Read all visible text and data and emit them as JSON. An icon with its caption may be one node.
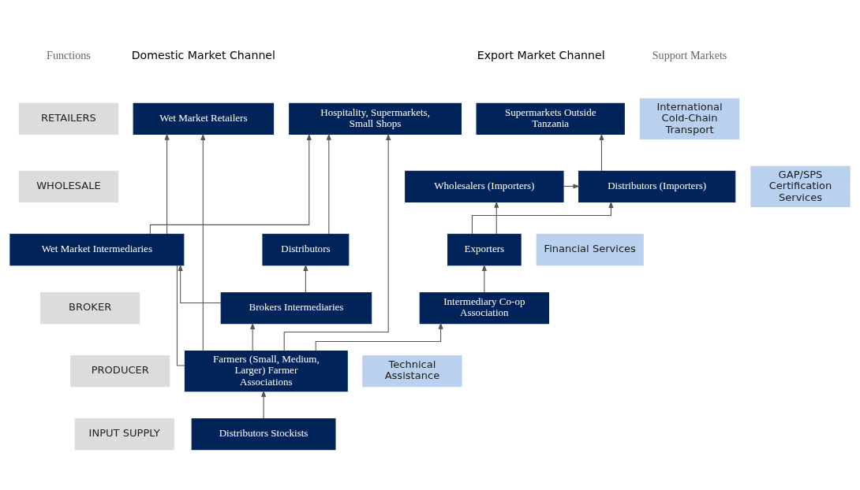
{
  "diagram": {
    "nodes": [
      {
        "text": [
          "RETAILERS"
        ]
      },
      {
        "text": [
          "Wet Market Retailers"
        ]
      },
      {
        "text": [
          "Hospitality, Supermarkets, Small Shops"
        ]
      },
      {
        "text": [
          "Supermarkets Outside Tanzania"
        ]
      },
      {
        "text": [
          "International Cold-Chain Transport"
        ]
      },
      {
        "text": [
          "WHOLESALE"
        ]
      },
      {
        "text": [
          "Wholesalers (Importers)"
        ]
      },
      {
        "text": [
          "Distributors (Importers)"
        ]
      },
      {
        "text": [
          "GAP/SPS Certification Services"
        ]
      },
      {
        "text": [
          "Wet Market Intermediaries"
        ]
      },
      {
        "text": [
          "Distributors"
        ]
      },
      {
        "text": [
          "Exporters"
        ]
      },
      {
        "text": [
          "Financial Services"
        ]
      },
      {
        "text": [
          "BROKER"
        ]
      },
      {
        "text": [
          "Brokers Intermediaries"
        ]
      },
      {
        "text": [
          "Intermediary Co-op Association"
        ]
      },
      {
        "text": [
          "PRODUCER"
        ]
      },
      {
        "text": [
          "Farmers (Small, Medium, Larger) Farmer Associations"
        ]
      },
      {
        "text": [
          "Technical Assistance"
        ]
      },
      {
        "text": [
          "INPUT SUPPLY"
        ]
      },
      {
        "text": [
          "Distributors Stockists"
        ]
      }
    ],
    "edges": [
      {
        "from": 17,
        "to": 1,
        "arrow": "to"
      },
      {
        "from": 9,
        "to": 1,
        "arrow": "to"
      },
      {
        "from": 9,
        "to": 2,
        "arrow": "to"
      },
      {
        "from": 10,
        "to": 2,
        "arrow": "to"
      },
      {
        "from": 17,
        "to": 2,
        "arrow": "to"
      },
      {
        "from": 7,
        "to": 3,
        "arrow": "to"
      },
      {
        "from": 6,
        "to": 7,
        "arrow": "to"
      },
      {
        "from": 11,
        "to": 6,
        "arrow": "to"
      },
      {
        "from": 11,
        "to": 7,
        "arrow": "to"
      },
      {
        "from": 14,
        "to": 9,
        "arrow": "to"
      },
      {
        "from": 14,
        "to": 10,
        "arrow": "to"
      },
      {
        "from": 15,
        "to": 11,
        "arrow": "to"
      },
      {
        "from": 17,
        "to": 9,
        "arrow": "none"
      },
      {
        "from": 17,
        "to": 14,
        "arrow": "to"
      },
      {
        "from": 17,
        "to": 15,
        "arrow": "to"
      },
      {
        "from": 20,
        "to": 17,
        "arrow": "to"
      }
    ],
    "labels": [
      "Domestic Market Channel",
      "Export Market Channel",
      "Functions",
      "Support Markets"
    ]
  }
}
